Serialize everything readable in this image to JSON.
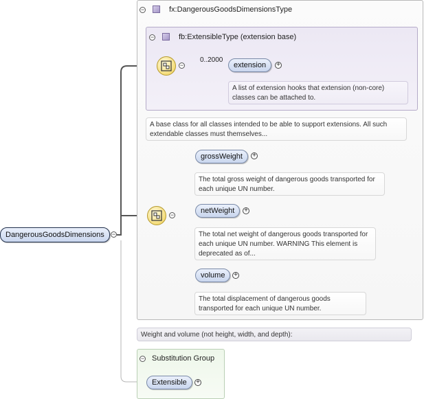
{
  "root_element": {
    "label": "DangerousGoodsDimensions"
  },
  "complex_type": {
    "label": "fx:DangerousGoodsDimensionsType"
  },
  "base_type": {
    "label": "fb:ExtensibleType (extension base)"
  },
  "extension_element": {
    "label": "extension",
    "occurs": "0..2000",
    "note": "A list of extension hooks that extension (non-core) classes can be attached to."
  },
  "base_type_note": "A base class for all classes intended to be able to support extensions. All such extendable classes must themselves...",
  "elements": [
    {
      "label": "grossWeight",
      "note": "The total gross weight of dangerous goods transported for each unique UN number."
    },
    {
      "label": "netWeight",
      "note": "The total net weight of dangerous goods transported for each unique UN number. WARNING This element is deprecated as of..."
    },
    {
      "label": "volume",
      "note": "The total displacement of dangerous goods transported for each unique UN number."
    }
  ],
  "type_note": "Weight and volume (not height, width, and depth):",
  "substitution_group": {
    "title": "Substitution Group",
    "element": "Extensible"
  },
  "icons": {
    "collapse": "collapse-minus-icon",
    "expand": "expand-plus-icon",
    "sequence": "sequence-compositor-icon",
    "type": "complex-type-icon"
  },
  "colors": {
    "element_fill": "#c9d6ee",
    "base_type_fill": "#ece8f4",
    "substitution_fill": "#eef7ea",
    "sequence_fill": "#f4dc7a"
  }
}
